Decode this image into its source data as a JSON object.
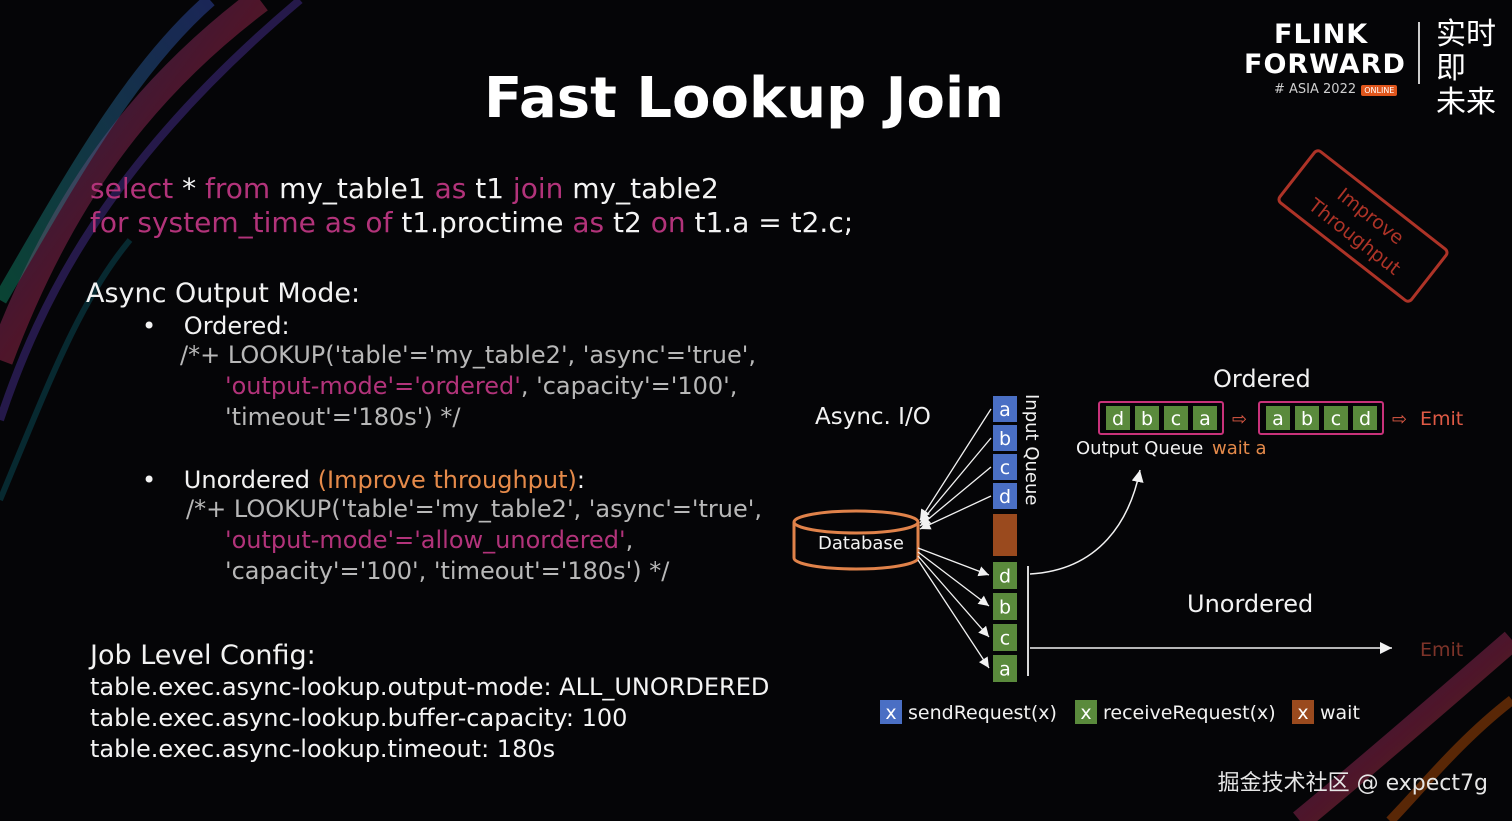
{
  "title": "Fast Lookup Join",
  "logo": {
    "line1": "FLINK",
    "line2": "FORWARD",
    "tag": "# ASIA 2022",
    "badge": "ONLINE",
    "cjk1": "实时即",
    "cjk2": "未来"
  },
  "sql": {
    "line1": [
      {
        "t": "select",
        "k": true
      },
      {
        "t": " * ",
        "k": false
      },
      {
        "t": "from",
        "k": true
      },
      {
        "t": " my_table1 ",
        "k": false
      },
      {
        "t": "as",
        "k": true
      },
      {
        "t": " t1 ",
        "k": false
      },
      {
        "t": "join",
        "k": true
      },
      {
        "t": " my_table2",
        "k": false
      }
    ],
    "line2": [
      {
        "t": "for system_time as of",
        "k": true
      },
      {
        "t": " t1.proctime ",
        "k": false
      },
      {
        "t": "as",
        "k": true
      },
      {
        "t": " t2 ",
        "k": false
      },
      {
        "t": "on",
        "k": true
      },
      {
        "t": " t1.a = t2.c;",
        "k": false
      }
    ]
  },
  "async_heading": "Async Output Mode:",
  "ordered_bullet": "Ordered:",
  "ordered_code": {
    "l1": "/*+ LOOKUP('table'='my_table2', 'async'='true',",
    "l2a": "'output-mode'='ordered'",
    "l2b": ", 'capacity'='100',",
    "l3": "'timeout'='180s') */"
  },
  "unordered_bullet": {
    "a": "Unordered ",
    "b": "(Improve throughput)",
    "c": ":"
  },
  "unordered_code": {
    "l1": "/*+ LOOKUP('table'='my_table2', 'async'='true',",
    "l2a": "'output-mode'='allow_unordered'",
    "l2b": ",",
    "l3": "'capacity'='100', 'timeout'='180s') */"
  },
  "job_heading": "Job Level Config:",
  "job_config": [
    "table.exec.async-lookup.output-mode: ALL_UNORDERED",
    "table.exec.async-lookup.buffer-capacity: 100",
    "table.exec.async-lookup.timeout: 180s"
  ],
  "stamp": {
    "line1": "Improve",
    "line2": "Throughput"
  },
  "diagram": {
    "async_io_label": "Async. I/O",
    "database_label": "Database",
    "input_queue_label": "Input Queue",
    "input_queue": [
      "a",
      "b",
      "c",
      "d"
    ],
    "result_queue": [
      "d",
      "b",
      "c",
      "a"
    ],
    "ordered_label": "Ordered",
    "output_queue_1": [
      "d",
      "b",
      "c",
      "a"
    ],
    "output_queue_2": [
      "a",
      "b",
      "c",
      "d"
    ],
    "output_queue_label": "Output Queue",
    "wait_label": "wait a",
    "emit_label": "Emit",
    "unordered_label": "Unordered",
    "emit_label_2": "Emit",
    "legend": [
      {
        "box": "x",
        "label": "sendRequest(x)",
        "color": "#4a6fc4"
      },
      {
        "box": "x",
        "label": "receiveRequest(x)",
        "color": "#5a8a3c"
      },
      {
        "box": "x",
        "label": "wait",
        "color": "#9a4a1e"
      }
    ],
    "colors": {
      "send": "#4a6fc4",
      "receive": "#5a8a3c",
      "wait": "#9a4a1e",
      "db": "#e0824a",
      "emit": "#e05a45",
      "outline": "#c8327a"
    }
  },
  "watermark": "掘金技术社区 @ expect7g"
}
